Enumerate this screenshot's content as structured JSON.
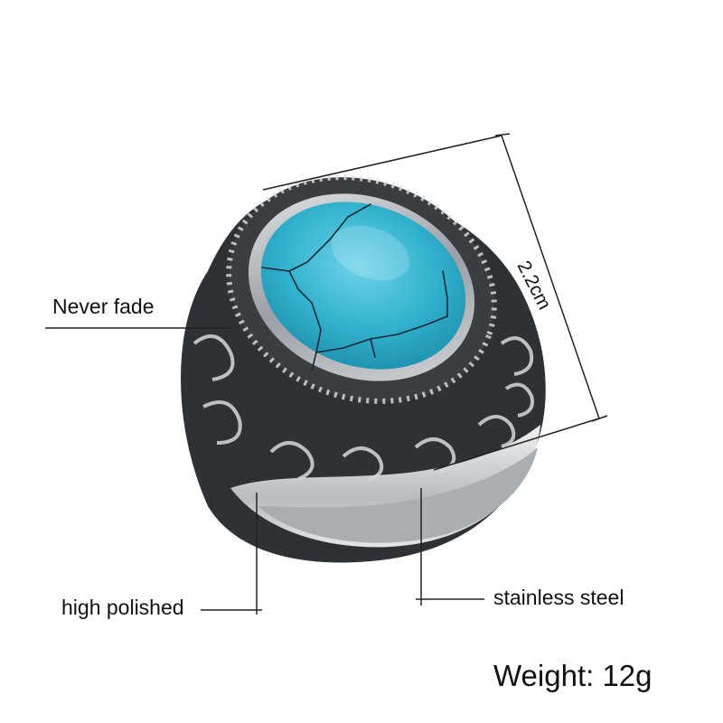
{
  "product": {
    "name": "turquoise-stainless-steel-ring",
    "stone_color": "#34b3cf",
    "metal_color": "#c9ccd0"
  },
  "annotations": {
    "never_fade": "Never fade",
    "high_polished": "high polished",
    "stainless_steel": "stainless steel",
    "dimension": "2.2cm",
    "weight": "Weight: 12g"
  }
}
